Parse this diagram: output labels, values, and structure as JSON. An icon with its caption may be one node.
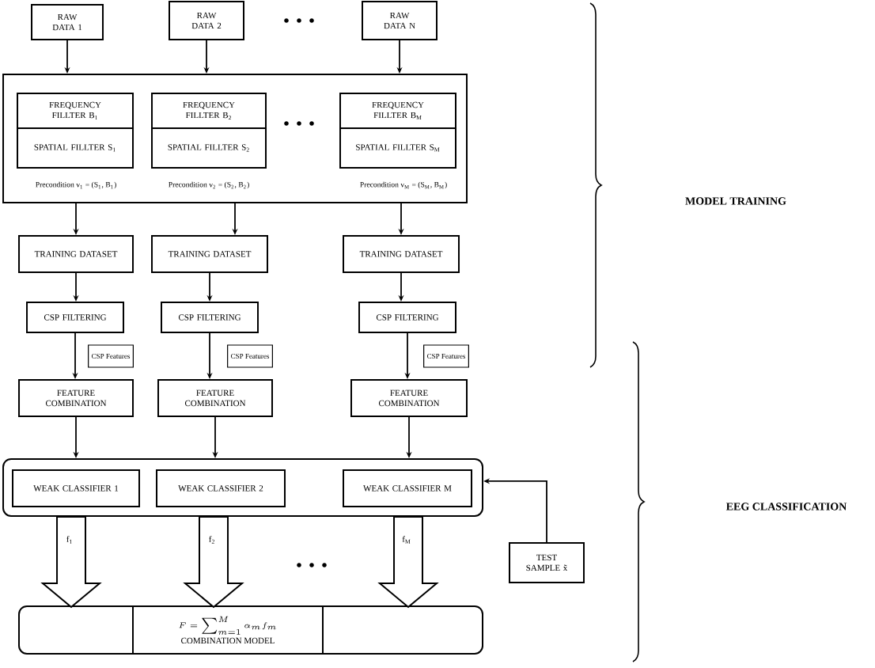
{
  "diagram": {
    "nodes": [
      {
        "text": [
          "RAW DATA 1"
        ]
      },
      {
        "text": [
          "RAW DATA 2"
        ]
      },
      {
        "text": [
          "RAW DATA N"
        ]
      },
      {
        "text": [],
        "shape": "box"
      },
      {
        "text": [
          "FREQUENCY FILLTER B$_{1}$"
        ],
        "in": 3
      },
      {
        "text": [
          "SPATIAL FILLTER S$_{1}$"
        ],
        "in": 3
      },
      {
        "text": [
          "FREQUENCY FILLTER B$_{2}$"
        ],
        "in": 3
      },
      {
        "text": [
          "SPATIAL FILLTER S$_{2}$"
        ],
        "in": 3
      },
      {
        "text": [
          "FREQUENCY FILLTER B$_{M}$"
        ],
        "in": 3
      },
      {
        "text": [
          "SPATIAL FILLTER S$_{M}$"
        ],
        "in": 3
      },
      {
        "text": [
          "TRAINING DATASET"
        ]
      },
      {
        "text": [
          "TRAINING DATASET"
        ]
      },
      {
        "text": [
          "TRAINING DATASET"
        ]
      },
      {
        "text": [
          "CSP FILTERING"
        ]
      },
      {
        "text": [
          "CSP FILTERING"
        ]
      },
      {
        "text": [
          "CSP FILTERING"
        ]
      },
      {
        "text": [
          "FEATURE COMBINATION"
        ]
      },
      {
        "text": [
          "FEATURE COMBINATION"
        ]
      },
      {
        "text": [
          "FEATURE COMBINATION"
        ]
      },
      {
        "text": [],
        "shape": "box"
      },
      {
        "text": [
          "WEAK CLASSIFIER 1"
        ],
        "in": 19
      },
      {
        "text": [
          "WEAK CLASSIFIER 2"
        ],
        "in": 19
      },
      {
        "text": [
          "WEAK CLASSIFIER M"
        ],
        "in": 19
      },
      {
        "text": [
          "TEST SAMPLE x̃"
        ]
      },
      {
        "text": [
          "F = \\sum_{m=1}^{M} \\alpha_m f_m",
          "COMBINATION MODEL"
        ]
      }
    ],
    "edges": [
      {
        "from": 0,
        "to": 3,
        "arrow": "to"
      },
      {
        "from": 1,
        "to": 3,
        "arrow": "to"
      },
      {
        "from": 2,
        "to": 3,
        "arrow": "to"
      },
      {
        "from": 3,
        "to": 10,
        "arrow": "to"
      },
      {
        "from": 3,
        "to": 11,
        "arrow": "to"
      },
      {
        "from": 3,
        "to": 12,
        "arrow": "to"
      },
      {
        "from": 10,
        "to": 13,
        "arrow": "to"
      },
      {
        "from": 11,
        "to": 14,
        "arrow": "to"
      },
      {
        "from": 12,
        "to": 15,
        "arrow": "to"
      },
      {
        "from": 13,
        "to": 16,
        "arrow": "to",
        "label": "CSP Features"
      },
      {
        "from": 14,
        "to": 17,
        "arrow": "to",
        "label": "CSP Features"
      },
      {
        "from": 15,
        "to": 18,
        "arrow": "to",
        "label": "CSP Features"
      },
      {
        "from": 16,
        "to": 19,
        "arrow": "to"
      },
      {
        "from": 17,
        "to": 19,
        "arrow": "to"
      },
      {
        "from": 18,
        "to": 19,
        "arrow": "to"
      },
      {
        "from": 20,
        "to": 24,
        "arrow": "to",
        "style": "thick",
        "label": "f$_{1}$"
      },
      {
        "from": 21,
        "to": 24,
        "arrow": "to",
        "style": "thick",
        "label": "f$_{2}$"
      },
      {
        "from": 22,
        "to": 24,
        "arrow": "to",
        "style": "thick",
        "label": "f$_{M}$"
      },
      {
        "from": 23,
        "to": 19,
        "arrow": "to"
      }
    ],
    "labels": [
      "Precondition v$_{1}$ = (S$_{1}$, B$_{1}$)",
      "Precondition v$_{2}$ = (S$_{2}$, B$_{2}$)",
      "Precondition v$_{M}$ = (S$_{M}$, B$_{M}$)",
      "MODEL TRAINING",
      "EEG CLASSIFICATION"
    ]
  }
}
